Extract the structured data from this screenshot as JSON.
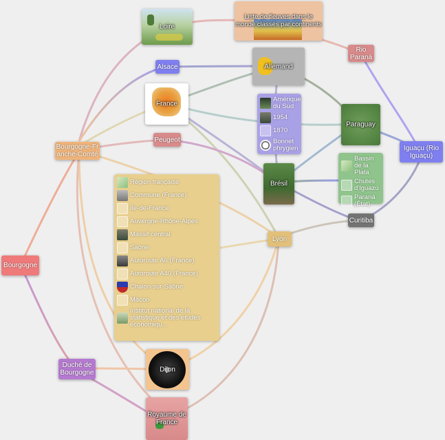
{
  "colors": {
    "background": "#efefef",
    "red": "#ef7a7a",
    "orange": "#f0b47a",
    "blue": "#7f7ff0",
    "purple": "#a78ee0",
    "green": "#6f9e5a",
    "gray": "#737373",
    "tan": "#e8c98a",
    "pink": "#d98a8a"
  },
  "nodes": {
    "loire": "Loire",
    "fleuves": "Liste de fleuves dans le monde classés par continents",
    "rio_parana": "Rio Paraná",
    "alsace": "Alsace",
    "allemand": "Allemand",
    "france": "France",
    "bourgogne_fc": "Bourgogne-Franche-Comté",
    "peugeot": "Peugeot",
    "paraguay": "Paraguay",
    "iguacu": "Iguaçu (Rio Iguaçu)",
    "bresil": "Brésil",
    "curitiba": "Curitiba",
    "lyon": "Lyon",
    "bourgogne": "Bourgogne",
    "duche": "Duché de Bourgogne",
    "dijon": "Dijon",
    "royaume": "Royaume de France"
  },
  "groups": {
    "bresil_group": {
      "items": [
        {
          "label": "Amérique du Sud",
          "icon": "landscape-thumbnail"
        },
        {
          "label": "1954",
          "icon": "photo-thumbnail"
        },
        {
          "label": "1870",
          "icon": "placeholder-image-icon"
        },
        {
          "label": "Bonnet phrygien",
          "icon": "soccer-ball-icon"
        }
      ]
    },
    "iguazu_group": {
      "items": [
        {
          "label": "Bassin de la Plata",
          "icon": "map-thumbnail"
        },
        {
          "label": "Chutes d'Iguazú",
          "icon": "placeholder-image-icon"
        },
        {
          "label": "Paraná (État)",
          "icon": "placeholder-image-icon"
        }
      ]
    },
    "france_group": {
      "items": [
        {
          "label": "Région française",
          "icon": "map-thumbnail"
        },
        {
          "label": "Commune (France)",
          "icon": "house-icon"
        },
        {
          "label": "Île-de-France",
          "icon": "placeholder-image-icon"
        },
        {
          "label": "Auvergne-Rhône-Alpes",
          "icon": "placeholder-image-icon"
        },
        {
          "label": "Massif central",
          "icon": "photo-thumbnail"
        },
        {
          "label": "Saône",
          "icon": "placeholder-image-icon"
        },
        {
          "label": "Autoroute A6 (France)",
          "icon": "road-thumbnail"
        },
        {
          "label": "Autoroute A40 (France)",
          "icon": "placeholder-image-icon"
        },
        {
          "label": "Chalon-sur-Saône",
          "icon": "coat-of-arms-icon"
        },
        {
          "label": "Mâcon",
          "icon": "placeholder-image-icon"
        },
        {
          "label": "Institut national de la statistique et des études économiqu...",
          "icon": "building-thumbnail"
        }
      ]
    }
  }
}
